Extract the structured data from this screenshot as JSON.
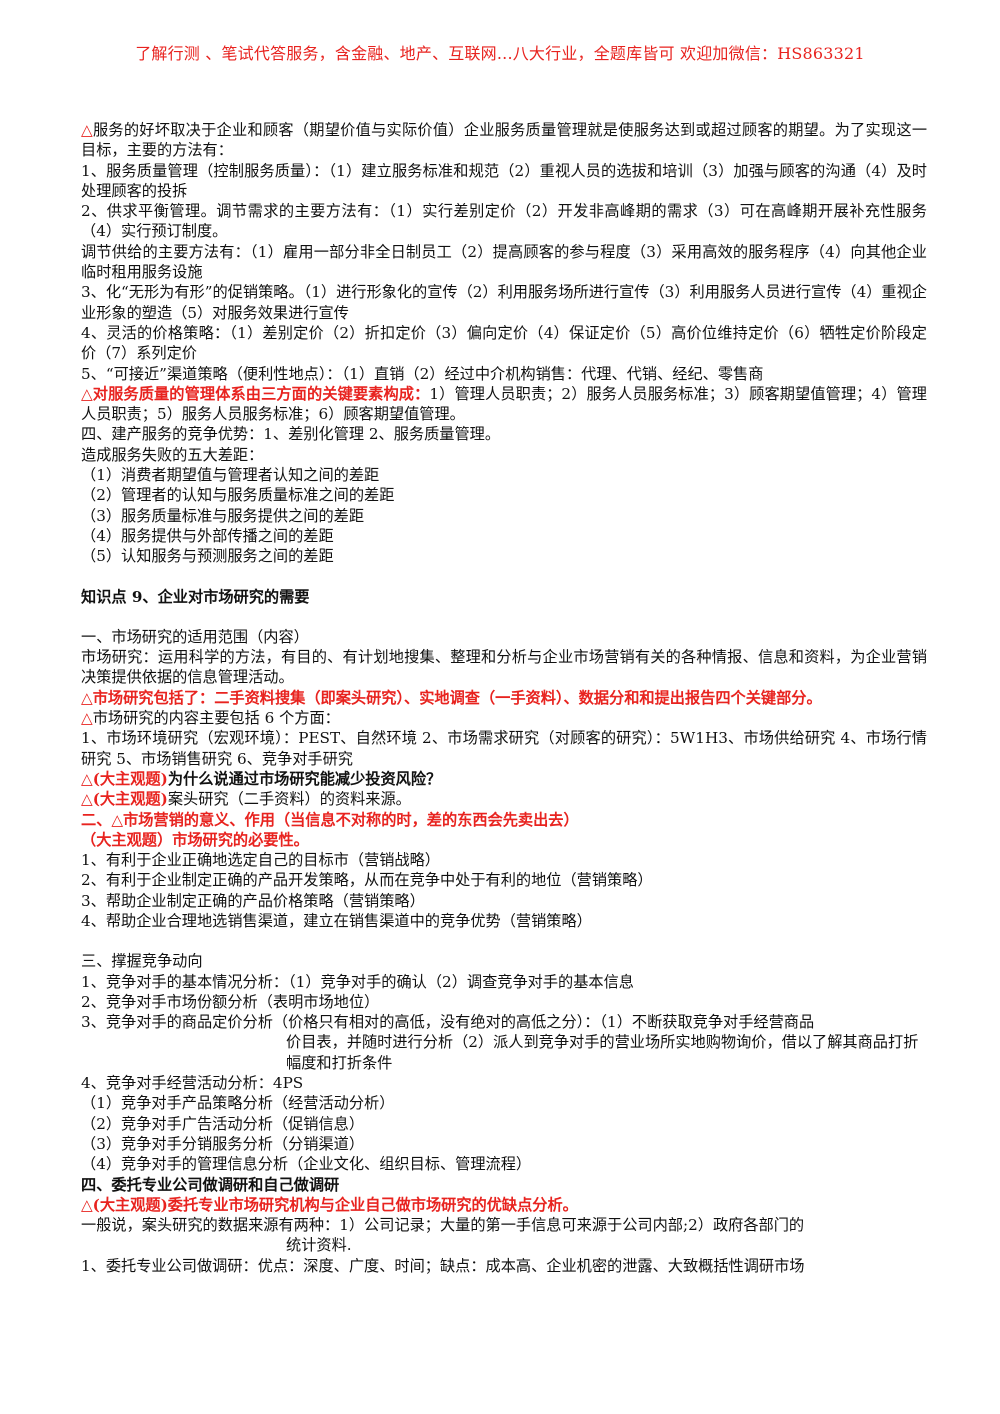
{
  "header": {
    "text": "了解行测 、笔试代答服务，含金融、地产、互联网...八大行业，全题库皆可 欢迎加微信：HS863321"
  },
  "tri": "△",
  "section1": {
    "p1": "服务的好坏取决于企业和顾客（期望价值与实际价值）企业服务质量管理就是使服务达到或超过顾客的期望。为了实现这一目标，主要的方法有：",
    "p2": "1、服务质量管理（控制服务质量）：（1）建立服务标准和规范（2）重视人员的选拔和培训（3）加强与顾客的沟通（4）及时处理顾客的投拆",
    "p3": "2、供求平衡管理。调节需求的主要方法有：（1）实行差别定价（2）开发非高峰期的需求（3）可在高峰期开展补充性服务（4）实行预订制度。",
    "p4": "调节供给的主要方法有：（1）雇用一部分非全日制员工（2）提高顾客的参与程度（3）采用高效的服务程序（4）向其他企业临时租用服务设施",
    "p5": "3、化“无形为有形”的促销策略。（1）进行形象化的宣传（2）利用服务场所进行宣传（3）利用服务人员进行宣传（4）重视企业形象的塑造（5）对服务效果进行宣传",
    "p6": "4、灵活的价格策略：（1）差别定价（2）折扣定价（3）偏向定价（4）保证定价（5）高价位维持定价（6）牺牲定价阶段定价（7）系列定价",
    "p7": "5、“可接近”渠道策略（便利性地点）：（1）直销（2）经过中介机构销售：代理、代销、经纪、零售商",
    "p8_red": "对服务质量的管理体系由三方面的关键要素构成：",
    "p8_rest": "1）管理人员职责；2）服务人员服务标准；3）顾客期望值管理；4）管理人员职责；5）服务人员服务标准；6）顾客期望值管理。",
    "p9": "四、建产服务的竞争优势：1、差别化管理 2、服务质量管理。",
    "p10": "造成服务失败的五大差距：",
    "gaps": [
      "（1）消费者期望值与管理者认知之间的差距",
      "（2）管理者的认知与服务质量标准之间的差距",
      "（3）服务质量标准与服务提供之间的差距",
      "（4）服务提供与外部传播之间的差距",
      "（5）认知服务与预测服务之间的差距"
    ]
  },
  "section2": {
    "title": "知识点 9、企业对市场研究的需要",
    "s1": "一、市场研究的适用范围（内容）",
    "s2": "市场研究：运用科学的方法，有目的、有计划地搜集、整理和分析与企业市场营销有关的各种情报、信息和资料，为企业营销决策提供依据的信息管理活动。",
    "s3_red": "市场研究包括了：二手资料搜集（即案头研究）、实地调查（一手资料）、数据分和和提出报告四个关键部分。",
    "s4": "市场研究的内容主要包括 6 个方面：",
    "s5": "1、市场环境研究（宏观环境）：PEST、自然环境 2、市场需求研究（对顾客的研究）：5W1H3、市场供给研究 4、市场行情研究 5、市场销售研究 6、竞争对手研究",
    "s6_tag": "(大主观题)",
    "s6_text": "为什么说通过市场研究能减少投资风险？",
    "s7_tag": "(大主观题)",
    "s7_text": "案头研究（二手资料）的资料来源。",
    "s8_red": "二、△市场营销的意义、作用（当信息不对称的时，差的东西会先卖出去）",
    "s9_red": "（大主观题）市场研究的必要性。",
    "s10": [
      "1、有利于企业正确地选定自己的目标市（营销战略）",
      "2、有利于企业制定正确的产品开发策略，从而在竞争中处于有利的地位（营销策略）",
      "3、帮助企业制定正确的产品价格策略（营销策略）",
      "4、帮助企业合理地选销售渠道，建立在销售渠道中的竞争优势（营销策略）"
    ],
    "s11": "三、撑握竞争动向",
    "s12": "1、竞争对手的基本情况分析：（1）竞争对手的确认（2）调查竞争对手的基本信息",
    "s13": "2、竞争对手市场份额分析（表明市场地位）",
    "s14a": "3、竞争对手的商品定价分析（价格只有相对的高低，没有绝对的高低之分）：（1）不断获取竞争对手经营商品",
    "s14b": "价目表，并随时进行分析（2）派人到竞争对手的营业场所实地购物询价，借以了解其商品打折幅度和打折条件",
    "s15": "4、竞争对手经营活动分析：4PS",
    "s16": [
      "（1）竞争对手产品策略分析（经营活动分析）",
      "（2）竞争对手广告活动分析（促销信息）",
      "（3）竞争对手分销服务分析（分销渠道）",
      "（4）竞争对手的管理信息分析（企业文化、组织目标、管理流程）"
    ],
    "s17": "四、委托专业公司做调研和自己做调研",
    "s18_red": "△(大主观题)委托专业市场研究机构与企业自己做市场研究的优缺点分析。",
    "s19a": "一般说，案头研究的数据来源有两种：1）公司记录；大量的第一手信息可来源于公司内部;2）政府各部门的",
    "s19b": "统计资料.",
    "s20": "1、委托专业公司做调研：优点：深度、广度、时间；缺点：成本高、企业机密的泄露、大致概括性调研市场"
  }
}
